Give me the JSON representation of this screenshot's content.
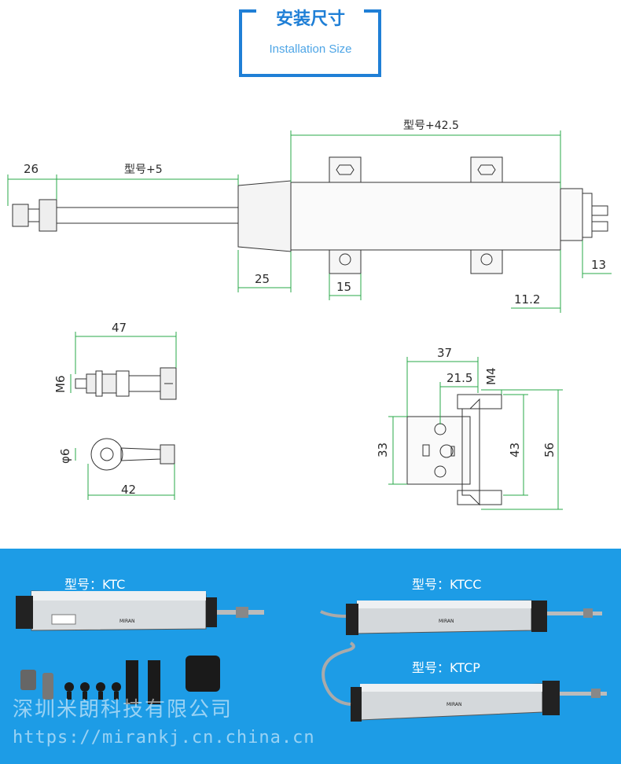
{
  "header": {
    "title_cn": "安装尺寸",
    "title_en": "Installation Size",
    "accent_color": "#1f7fd6"
  },
  "main_drawing": {
    "dim_overall_body": "型号+42.5",
    "dim_rod_length": "型号+5",
    "dim_rod_end": "26",
    "dim_nose": "25",
    "dim_bracket_width": "15",
    "dim_connector_height": "13",
    "dim_connector_offset": "11.2"
  },
  "rod_end_m6": {
    "dim_length": "47",
    "dim_thread": "M6"
  },
  "rod_end_eye": {
    "dim_length": "42",
    "dim_hole": "φ6"
  },
  "end_view": {
    "dim_width": "37",
    "dim_bolt_offset": "21.5",
    "dim_bolt": "M4",
    "dim_body_height": "33",
    "dim_hole_spacing": "43",
    "dim_total_height": "56"
  },
  "banner": {
    "background_color": "#1d9ce6",
    "model_ktc": "型号：KTC",
    "model_ktcc": "型号：KTCC",
    "model_ktcp": "型号：KTCP",
    "brand": "MIRAN",
    "company": "深圳米朗科技有限公司",
    "url": "https://mirankj.cn.china.cn"
  }
}
